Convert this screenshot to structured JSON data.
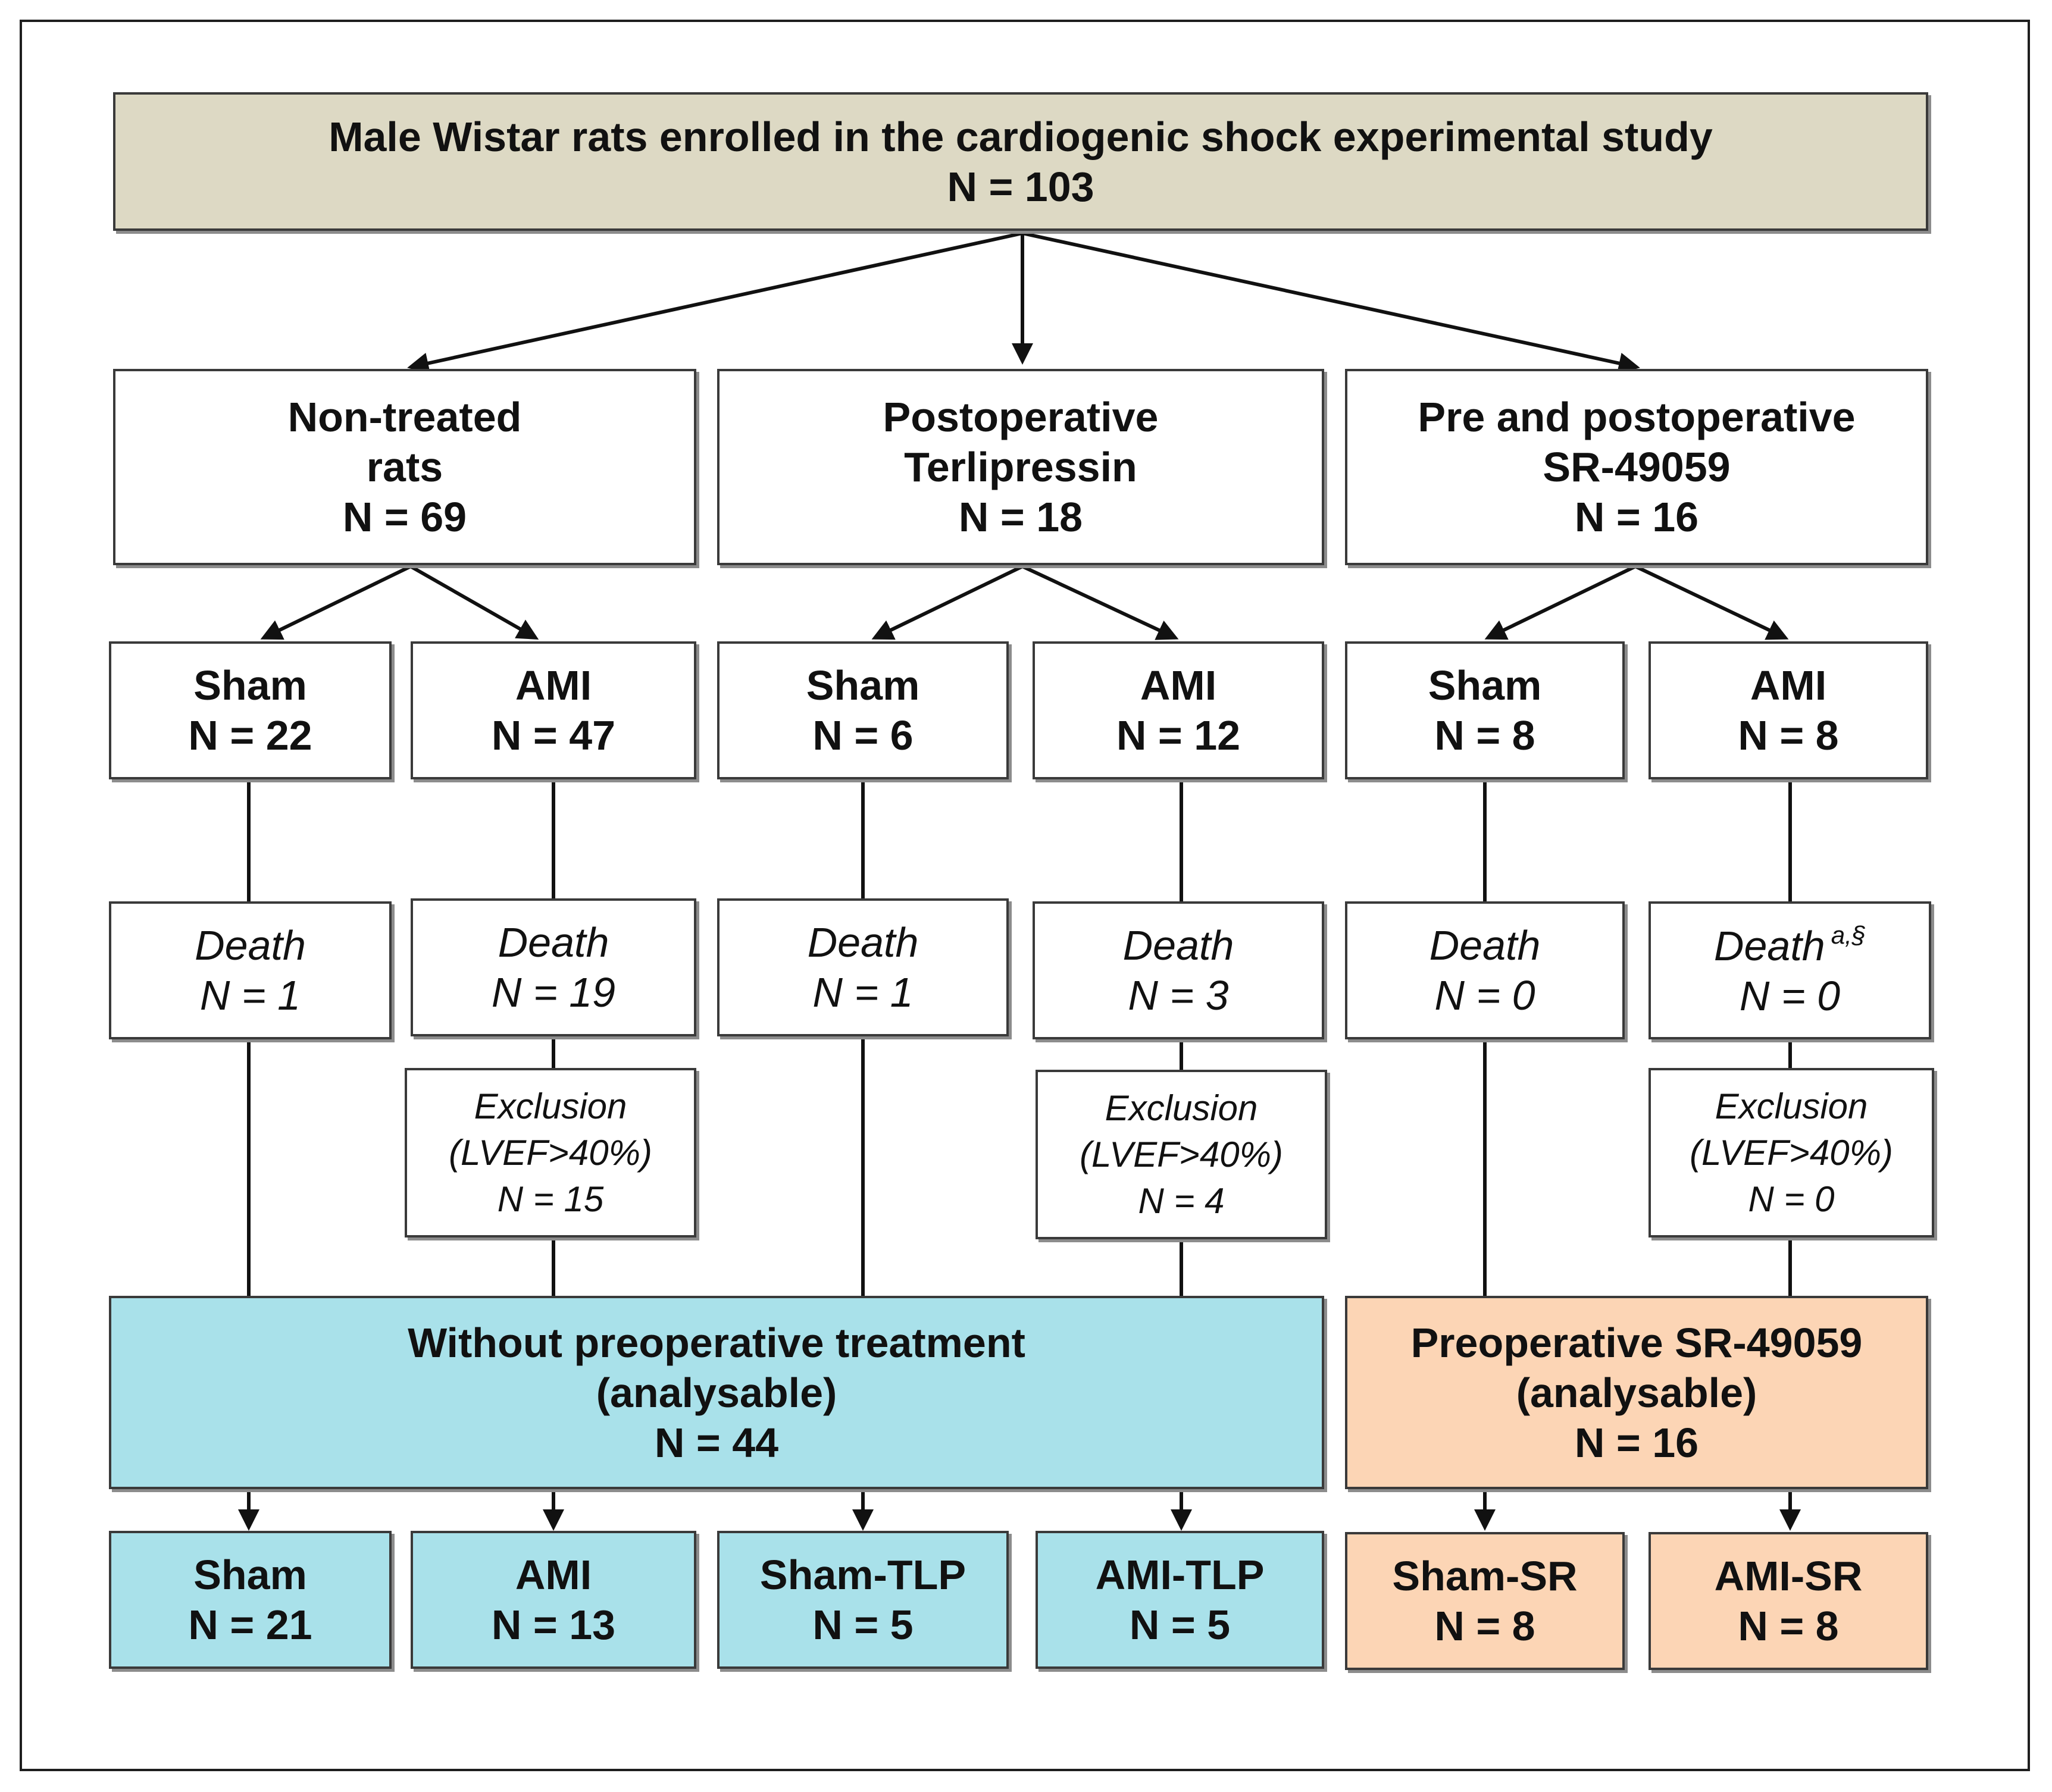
{
  "colors": {
    "header_fill": "#ddd9c4",
    "without_fill": "#a9e1ea",
    "preop_fill": "#fcd5b5",
    "line": "#111111",
    "box_fill": "#ffffff"
  },
  "root": {
    "line1": "Male Wistar rats enrolled in the cardiogenic shock experimental study",
    "line2": "N = 103"
  },
  "groups": [
    {
      "line1": "Non-treated",
      "line2": "rats",
      "n": "N = 69"
    },
    {
      "line1": "Postoperative",
      "line2": "Terlipressin",
      "n": "N = 18"
    },
    {
      "line1": "Pre and postoperative",
      "line2": "SR-49059",
      "n": "N = 16"
    }
  ],
  "subgroups": [
    {
      "label": "Sham",
      "n": "N = 22"
    },
    {
      "label": "AMI",
      "n": "N = 47"
    },
    {
      "label": "Sham",
      "n": "N = 6"
    },
    {
      "label": "AMI",
      "n": "N = 12"
    },
    {
      "label": "Sham",
      "n": "N = 8"
    },
    {
      "label": "AMI",
      "n": "N = 8"
    }
  ],
  "deaths": [
    {
      "label": "Death",
      "n": "N = 1",
      "sup": ""
    },
    {
      "label": "Death",
      "n": "N = 19",
      "sup": ""
    },
    {
      "label": "Death",
      "n": "N = 1",
      "sup": ""
    },
    {
      "label": "Death",
      "n": "N = 3",
      "sup": ""
    },
    {
      "label": "Death",
      "n": "N = 0",
      "sup": ""
    },
    {
      "label": "Death",
      "n": "N = 0",
      "sup": "a,§"
    }
  ],
  "exclusions": [
    {
      "label": "Exclusion",
      "criterion": "(LVEF>40%)",
      "n": "N = 15"
    },
    {
      "label": "Exclusion",
      "criterion": "(LVEF>40%)",
      "n": "N = 4"
    },
    {
      "label": "Exclusion",
      "criterion": "(LVEF>40%)",
      "n": "N = 0"
    }
  ],
  "pooled": [
    {
      "line1": "Without preoperative treatment",
      "line2": "(analysable)",
      "n": "N = 44"
    },
    {
      "line1": "Preoperative SR-49059",
      "line2": "(analysable)",
      "n": "N = 16"
    }
  ],
  "finals": [
    {
      "label": "Sham",
      "n": "N = 21"
    },
    {
      "label": "AMI",
      "n": "N = 13"
    },
    {
      "label": "Sham-TLP",
      "n": "N = 5"
    },
    {
      "label": "AMI-TLP",
      "n": "N = 5"
    },
    {
      "label": "Sham-SR",
      "n": "N = 8"
    },
    {
      "label": "AMI-SR",
      "n": "N = 8"
    }
  ]
}
